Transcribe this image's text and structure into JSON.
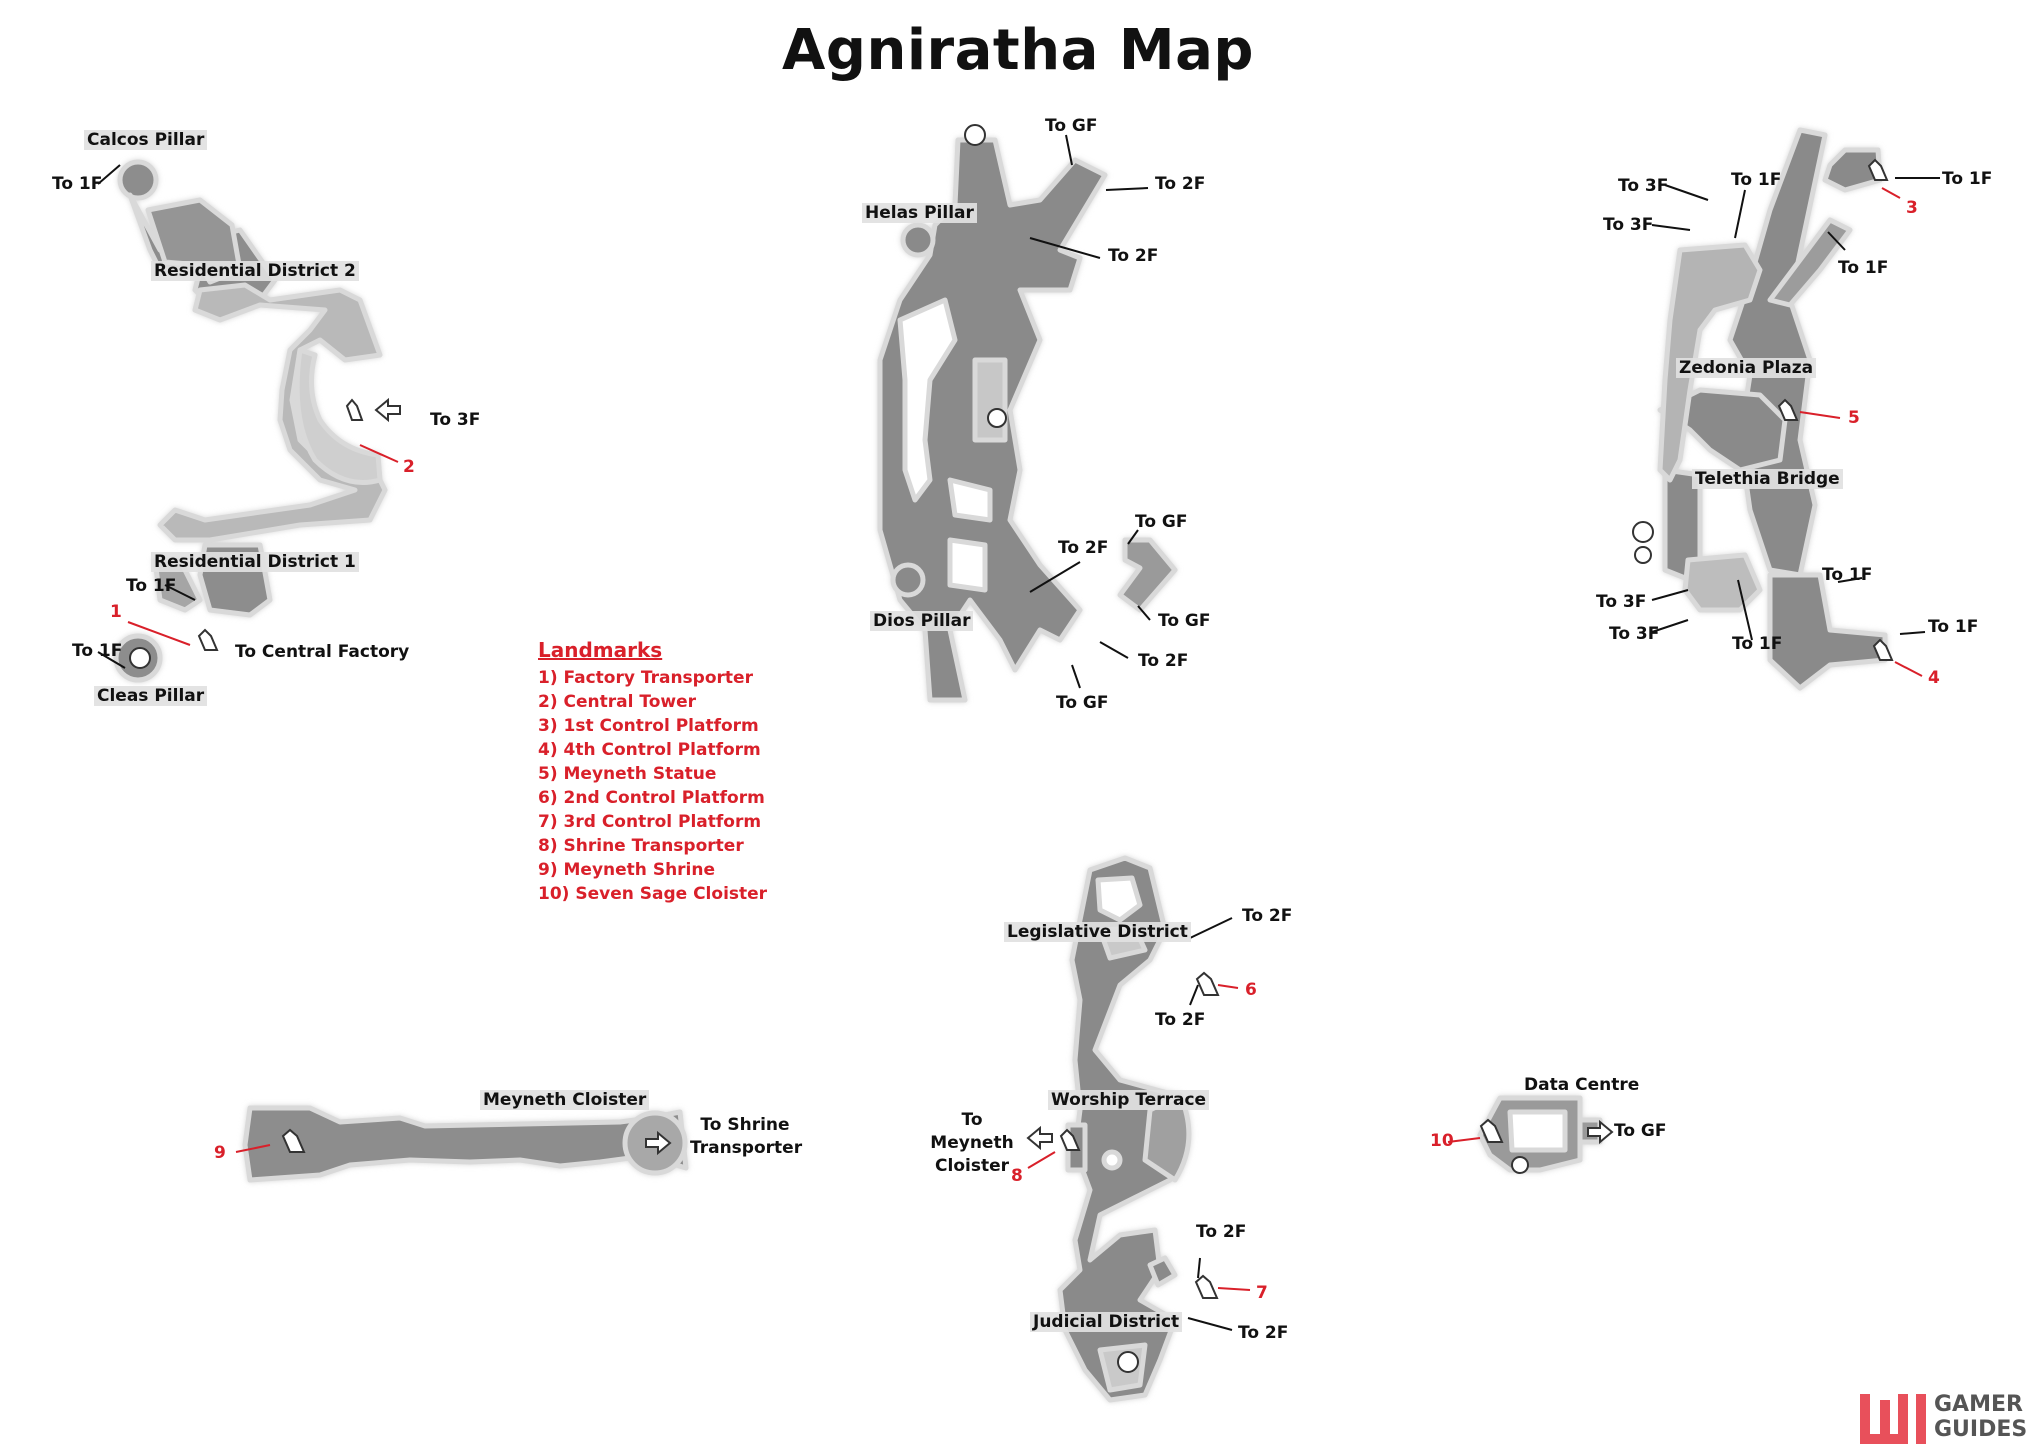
{
  "title": "Agniratha Map",
  "colors": {
    "accent_red": "#d9202a",
    "map_dark": "#8a8a8a",
    "map_light": "#c4c4c4"
  },
  "legend": {
    "heading": "Landmarks",
    "items": [
      "1) Factory Transporter",
      "2) Central Tower",
      "3) 1st Control Platform",
      "4) 4th Control Platform",
      "5) Meyneth Statue",
      "6) 2nd Control Platform",
      "7) 3rd Control Platform",
      "8) Shrine Transporter",
      "9) Meyneth Shrine",
      "10) Seven Sage Cloister"
    ]
  },
  "west_map": {
    "calcos_pillar": "Calcos Pillar",
    "residential_2": "Residential District 2",
    "residential_1": "Residential District 1",
    "cleas_pillar": "Cleas Pillar",
    "to_1f_a": "To 1F",
    "to_1f_b": "To 1F",
    "to_1f_c": "To 1F",
    "to_3f": "To 3F",
    "to_central_factory": "To Central Factory",
    "num_1": "1",
    "num_2": "2"
  },
  "center_map": {
    "helas_pillar": "Helas Pillar",
    "dios_pillar": "Dios Pillar",
    "to_gf_top": "To GF",
    "to_2f_a": "To 2F",
    "to_2f_b": "To 2F",
    "to_gf_r1": "To GF",
    "to_2f_c": "To 2F",
    "to_gf_r2": "To GF",
    "to_2f_d": "To 2F",
    "to_gf_bottom": "To GF"
  },
  "east_map": {
    "zedonia_plaza": "Zedonia Plaza",
    "telethia_bridge": "Telethia Bridge",
    "to_3f_a": "To 3F",
    "to_3f_b": "To 3F",
    "to_1f_a": "To 1F",
    "to_1f_b": "To 1F",
    "to_1f_c": "To 1F",
    "to_1f_d": "To 1F",
    "to_1f_e": "To 1F",
    "to_1f_f": "To 1F",
    "to_3f_c": "To 3F",
    "to_3f_d": "To 3F",
    "num_3": "3",
    "num_4": "4",
    "num_5": "5"
  },
  "south_map": {
    "legislative": "Legislative District",
    "worship": "Worship Terrace",
    "judicial": "Judicial District",
    "to_meyneth_cloister": "To Meyneth Cloister",
    "to_2f_a": "To 2F",
    "to_2f_b": "To 2F",
    "to_2f_c": "To 2F",
    "to_2f_d": "To 2F",
    "num_6": "6",
    "num_7": "7",
    "num_8": "8"
  },
  "cloister_map": {
    "meyneth_cloister": "Meyneth Cloister",
    "to_shrine_transporter": "To Shrine Transporter",
    "num_9": "9"
  },
  "data_centre_map": {
    "data_centre": "Data Centre",
    "to_gf": "To GF",
    "num_10": "10"
  },
  "brand": {
    "line1": "GAMER",
    "line2": "GUIDES"
  }
}
